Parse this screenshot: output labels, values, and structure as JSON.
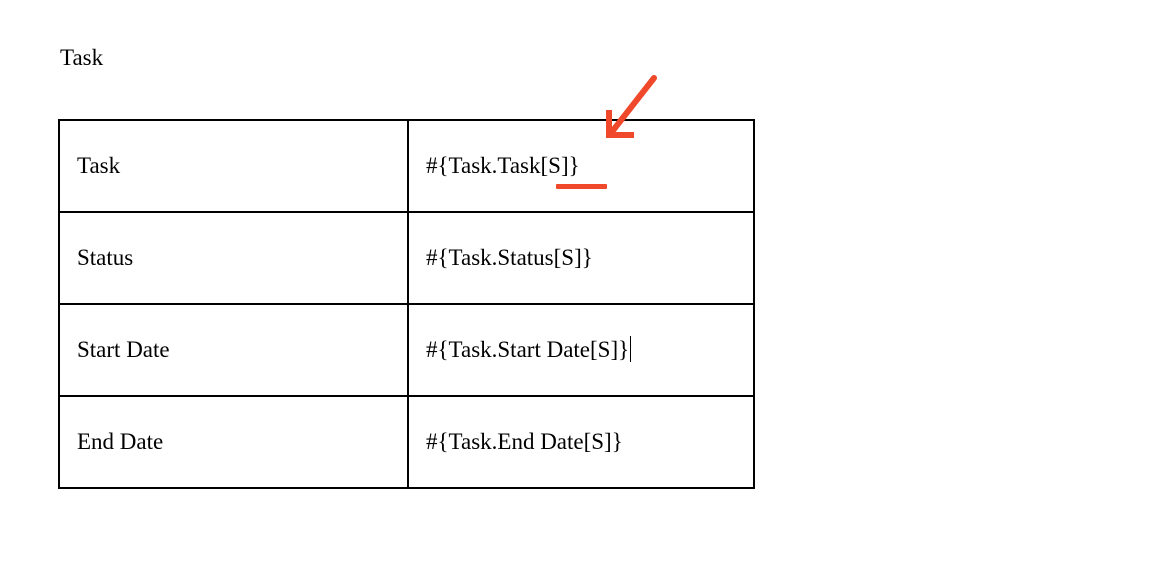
{
  "document": {
    "title": "Task",
    "background_color": "#ffffff",
    "text_color": "#000000"
  },
  "table": {
    "name": "task-field-table",
    "columns": [
      "label",
      "value"
    ],
    "rows": [
      {
        "label": "Task",
        "value": "#{Task.Task[S]}",
        "has_caret": false
      },
      {
        "label": "Status",
        "value": "#{Task.Status[S]}",
        "has_caret": false
      },
      {
        "label": "Start Date",
        "value": "#{Task.Start Date[S]}",
        "has_caret": true
      },
      {
        "label": "End Date",
        "value": "#{Task.End Date[S]}",
        "has_caret": false
      }
    ],
    "border_color": "#000000"
  },
  "annotations": {
    "color": "#F0482A",
    "arrow": {
      "icon": "arrow-down-left-icon",
      "points_at": "#{Task.Task[S]}"
    },
    "underline": {
      "icon": "underline-highlight-icon",
      "marks": "[S]"
    }
  }
}
